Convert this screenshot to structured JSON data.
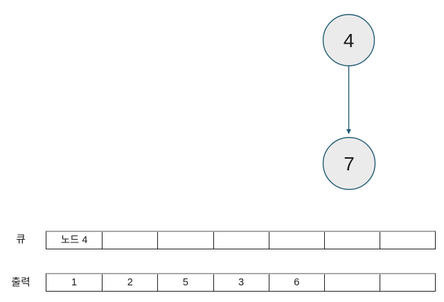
{
  "graph": {
    "nodes": [
      {
        "id": "node-4",
        "label": "4"
      },
      {
        "id": "node-7",
        "label": "7"
      }
    ],
    "edge": {
      "from": "4",
      "to": "7"
    }
  },
  "queue": {
    "label": "큐",
    "cells": [
      "노드 4",
      "",
      "",
      "",
      "",
      "",
      ""
    ]
  },
  "output": {
    "label": "출력",
    "cells": [
      "1",
      "2",
      "5",
      "3",
      "6",
      "",
      ""
    ]
  },
  "colors": {
    "background": "#ffffff",
    "node_fill": "#ebebeb",
    "node_stroke": "#1f5b73",
    "arrow": "#1f5b73",
    "table_border": "#1a1a1a",
    "table_top_border": "#a8a8a8",
    "text": "#1a1a1a"
  }
}
